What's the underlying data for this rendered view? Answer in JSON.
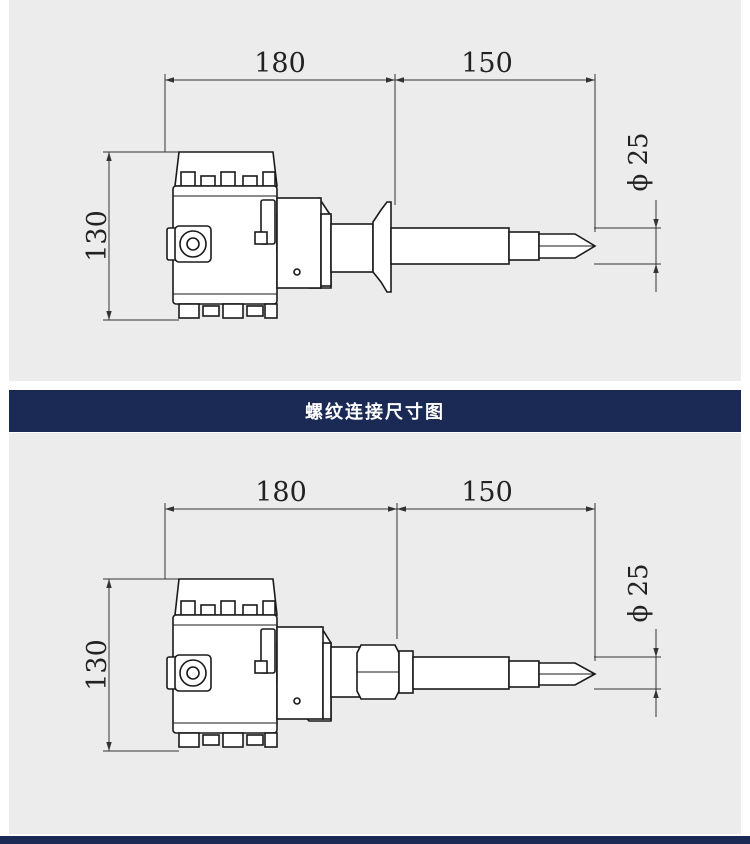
{
  "banner": {
    "title": "螺纹连接尺寸图"
  },
  "diagrams": {
    "clamp": {
      "width_dim": "180",
      "length_dim": "150",
      "height_dim": "130",
      "diameter_dim": "ϕ 25"
    },
    "thread": {
      "width_dim": "180",
      "length_dim": "150",
      "height_dim": "130",
      "diameter_dim": "ϕ 25"
    }
  },
  "colors": {
    "panel_bg": "#ececec",
    "banner_bg": "#1a2a55",
    "banner_text": "#ffffff"
  }
}
